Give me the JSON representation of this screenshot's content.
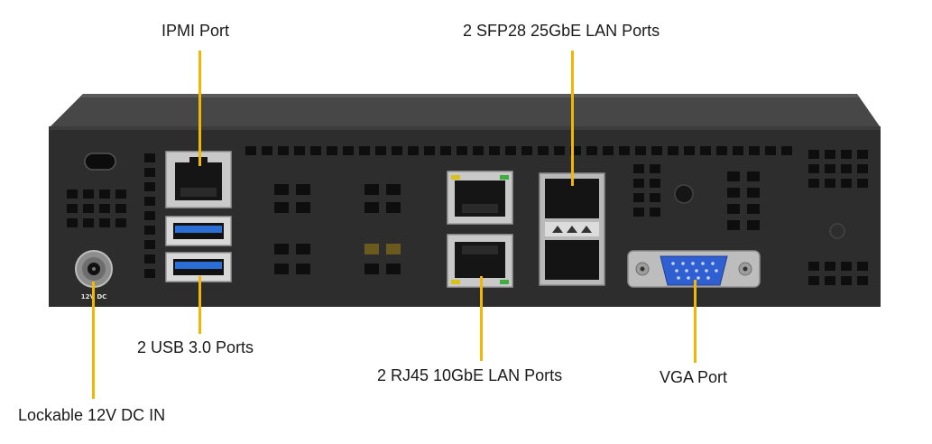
{
  "labels": {
    "ipmi": "IPMI  Port",
    "sfp": "2 SFP28 25GbE LAN Ports",
    "usb": "2 USB  3.0 Ports",
    "rj45": "2 RJ45  10GbE LAN Ports",
    "vga": "VGA Port",
    "dc": "Lockable 12V DC IN"
  },
  "panel_marking": "12V DC",
  "colors": {
    "leader": "#f2b705",
    "chassis": "#2d2d2d",
    "usb_blue": "#2b6fd6",
    "vga_blue": "#2f5fd0"
  }
}
